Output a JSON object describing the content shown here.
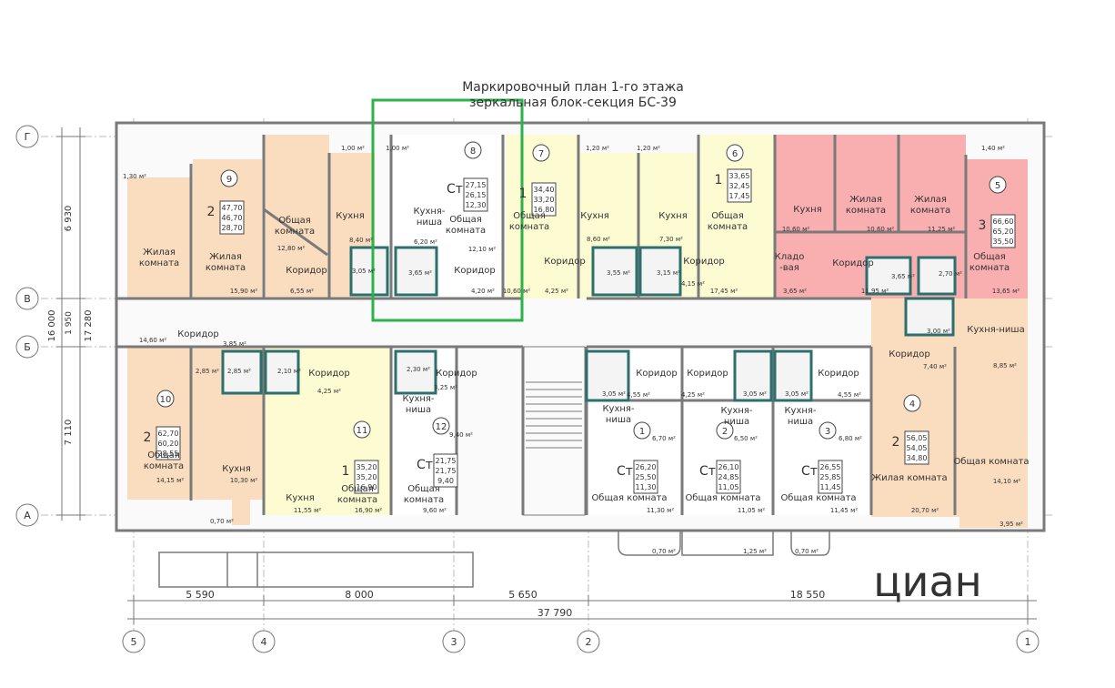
{
  "title": {
    "line1": "Маркировочный план 1-го этажа",
    "line2": "зеркальная блок-секция БС-39"
  },
  "colors": {
    "orange": "#fadcbe",
    "yellow": "#fcfbd2",
    "pink": "#f9aeb0",
    "white": "#ffffff",
    "wall": "#7a7a7a",
    "teal": "#2d6f6c",
    "highlight": "#2bb24a",
    "axis": "#999999"
  },
  "axes_rows": [
    "Г",
    "В",
    "Б",
    "А"
  ],
  "axes_cols": [
    "5",
    "4",
    "3",
    "2",
    "1"
  ],
  "dims_left": [
    "6 930",
    "1 950",
    "7 110",
    "16 000",
    "17 280"
  ],
  "dims_bottom": [
    "5 590",
    "8 000",
    "5 650",
    "18 550",
    "37 790"
  ],
  "apartments": [
    {
      "num": "1",
      "rooms": "Ст",
      "area": [
        "26,20",
        "25,50",
        "11,30"
      ]
    },
    {
      "num": "2",
      "rooms": "Ст",
      "area": [
        "26,10",
        "24,85",
        "11,05"
      ]
    },
    {
      "num": "3",
      "rooms": "Ст",
      "area": [
        "26,55",
        "25,85",
        "11,45"
      ]
    },
    {
      "num": "4",
      "rooms": "2",
      "area": [
        "56,05",
        "54,05",
        "34,80"
      ]
    },
    {
      "num": "5",
      "rooms": "3",
      "area": [
        "66,60",
        "65,20",
        "35,50"
      ]
    },
    {
      "num": "6",
      "rooms": "1",
      "area": [
        "33,65",
        "32,45",
        "17,45"
      ]
    },
    {
      "num": "7",
      "rooms": "1",
      "area": [
        "34,40",
        "33,20",
        "16,80"
      ]
    },
    {
      "num": "8",
      "rooms": "Ст",
      "area": [
        "27,15",
        "26,15",
        "12,30"
      ]
    },
    {
      "num": "9",
      "rooms": "2",
      "area": [
        "47,70",
        "46,70",
        "28,70"
      ]
    },
    {
      "num": "10",
      "rooms": "2",
      "area": [
        "62,70",
        "60,20",
        "28,55"
      ]
    },
    {
      "num": "11",
      "rooms": "1",
      "area": [
        "35,20",
        "35,20",
        "16,90"
      ]
    },
    {
      "num": "12",
      "rooms": "Ст",
      "area": [
        "21,75",
        "21,75",
        "9,40"
      ]
    }
  ],
  "labels": {
    "living": "Жилая комната",
    "living_a": "Жилая",
    "living_b": "комната",
    "common": "Общая комната",
    "common_a": "Общая",
    "common_b": "комната",
    "kitchen": "Кухня",
    "corridor": "Коридор",
    "kitchen_niche": "Кухня-ниша",
    "kitchen_niche_a": "Кухня-",
    "kitchen_niche_b": "ниша",
    "storage_a": "Кладо",
    "storage_b": "-вая"
  },
  "areas": {
    "a1": "1,30 м²",
    "a2": "1,00 м²",
    "a3": "1,00 м²",
    "a4": "1,20 м²",
    "a5": "1,20 м²",
    "a6": "1,40 м²",
    "a7": "12,80 м²",
    "a8": "8,40 м²",
    "a9": "6,20 м²",
    "a10": "12,10 м²",
    "a11": "8,60 м²",
    "a12": "7,30 м²",
    "a13": "10,60 м²",
    "a14": "10,60 м²",
    "a15": "11,25 м²",
    "a16": "15,90 м²",
    "a17": "6,55 м²",
    "a18": "3,05 м²",
    "a19": "3,65 м²",
    "a20": "4,20 м²",
    "a21": "10,60 м²",
    "a22": "4,25 м²",
    "a23": "3,55 м²",
    "a24": "3,15 м²",
    "a25": "4,15 м²",
    "a26": "17,45 м²",
    "a27": "3,65 м²",
    "a28": "3,65 м²",
    "a29": "2,70 м²",
    "a30": "13,65 м²",
    "a31": "11,95 м²",
    "a32": "14,60 м²",
    "a33": "3,85 м²",
    "a34": "2,85 м²",
    "a35": "3,00 м²",
    "a36": "7,40 м²",
    "a37": "8,85 м²",
    "a38": "2,85 м²",
    "a39": "2,10 м²",
    "a40": "4,25 м²",
    "a41": "2,30 м²",
    "a42": "3,25 м²",
    "a43": "3,05 м²",
    "a44": "4,55 м²",
    "a45": "4,25 м²",
    "a46": "3,05 м²",
    "a47": "3,05 м²",
    "a48": "4,55 м²",
    "a49": "9,40 м²",
    "a50": "6,70 м²",
    "a51": "6,50 м²",
    "a52": "6,80 м²",
    "a53": "14,15 м²",
    "a54": "10,30 м²",
    "a55": "11,55 м²",
    "a56": "16,90 м²",
    "a57": "9,60 м²",
    "a58": "11,30 м²",
    "a59": "11,05 м²",
    "a60": "11,45 м²",
    "a61": "20,70 м²",
    "a62": "14,10 м²",
    "a63": "0,70 м²",
    "a64": "0,70 м²",
    "a65": "1,25 м²",
    "a66": "0,70 м²",
    "a67": "3,95 м²"
  },
  "watermark": "циан"
}
